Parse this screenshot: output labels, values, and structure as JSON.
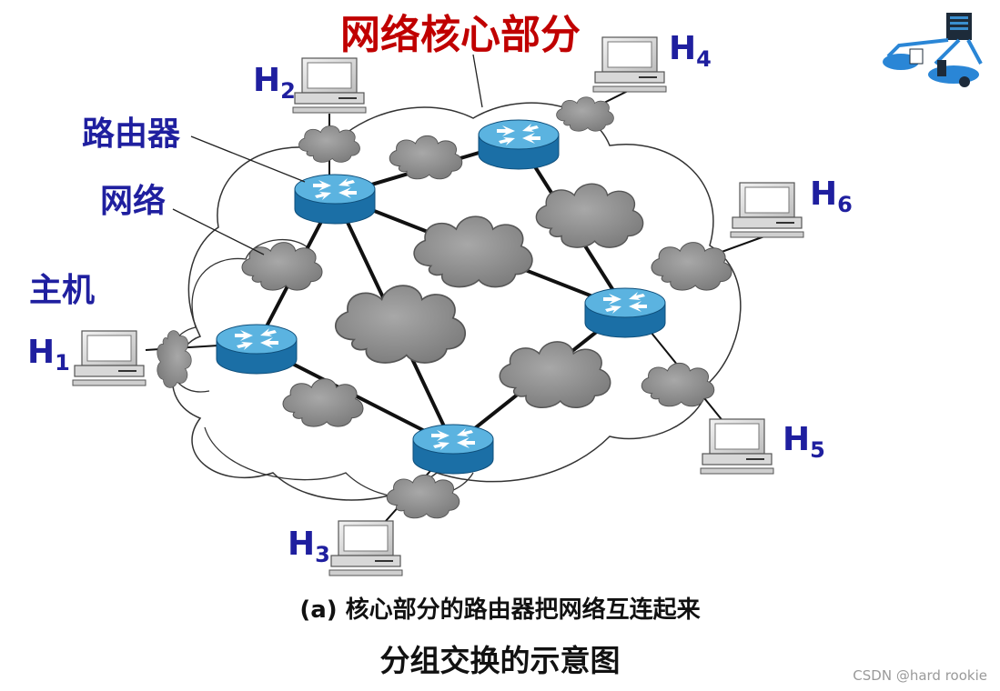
{
  "title": "网络核心部分",
  "labels": {
    "router": "路由器",
    "network": "网络",
    "host": "主机"
  },
  "hosts": [
    {
      "main": "H",
      "sub": "1"
    },
    {
      "main": "H",
      "sub": "2"
    },
    {
      "main": "H",
      "sub": "3"
    },
    {
      "main": "H",
      "sub": "4"
    },
    {
      "main": "H",
      "sub": "5"
    },
    {
      "main": "H",
      "sub": "6"
    }
  ],
  "caption": "(a) 核心部分的路由器把网络互连起来",
  "subtitle": "分组交换的示意图",
  "watermark": "CSDN @hard rookie",
  "colors": {
    "title": "#c00000",
    "labels": "#1f1f9f",
    "router_top": "#4fa9d8",
    "router_side": "#1b6fa6",
    "cloud": "#8c8c8c"
  },
  "icons": [
    "router-icon",
    "host-computer-icon",
    "network-cloud-icon",
    "data-center-logo"
  ]
}
